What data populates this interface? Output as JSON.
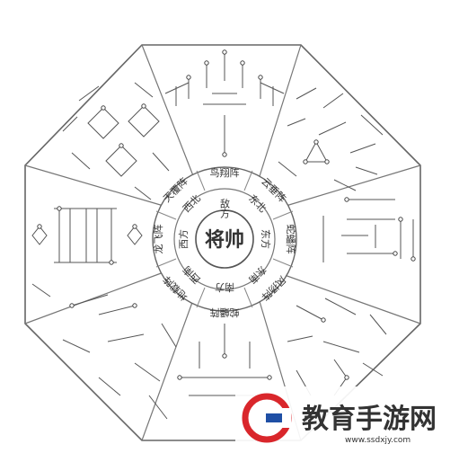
{
  "center": {
    "label": "将帅"
  },
  "inner_ring": {
    "top": "敌方",
    "upper_right": "东北",
    "right": "东方",
    "lower_right": "东南",
    "bottom": "南方",
    "lower_left": "西南",
    "left": "西方",
    "upper_left": "西北"
  },
  "outer_ring": {
    "top": "鸟翔阵",
    "upper_right": "云垂阵",
    "right": "蛇蟠阵",
    "lower_right": "风扬阵",
    "bottom": "蛇蟠阵",
    "lower_left": "地载阵",
    "left": "龙飞阵",
    "upper_left": "天覆阵"
  },
  "watermark": {
    "brand": "教育手游网",
    "url": "www.ssdxjy.com",
    "colors": {
      "red": "#d9262b",
      "blue": "#1f4fa5"
    }
  },
  "colors": {
    "line": "#555555",
    "dot": "#444444"
  }
}
